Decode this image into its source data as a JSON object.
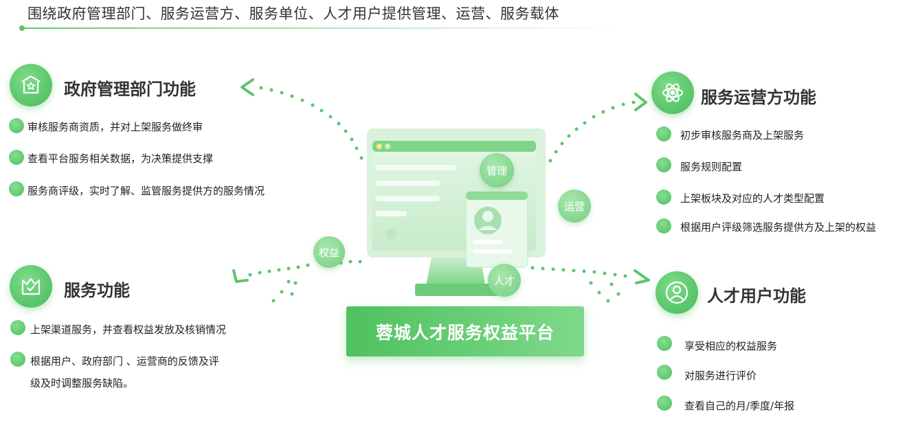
{
  "headline": "围绕政府管理部门、服务运营方、服务单位、人才用户提供管理、运营、服务载体",
  "sections": {
    "gov": {
      "title": "政府管理部门功能",
      "icon": "government-building-icon",
      "items": [
        "审核服务商资质，并对上架服务做终审",
        "查看平台服务相关数据，为决策提供支撑",
        "服务商评级，实时了解、监管服务提供方的服务情况"
      ]
    },
    "operator": {
      "title": "服务运营方功能",
      "icon": "atom-icon",
      "items": [
        "初步审核服务商及上架服务",
        "服务规则配置",
        "上架板块及对应的人才类型配置",
        "根据用户评级筛选服务提供方及上架的权益"
      ]
    },
    "service": {
      "title": "服务功能",
      "icon": "crown-check-icon",
      "items": [
        "上架渠道服务，并查看权益发放及核销情况",
        "根据用户、政府部门 、运营商的反馈及评",
        "级及时调整服务缺陷。"
      ]
    },
    "talent": {
      "title": "人才用户功能",
      "icon": "user-icon",
      "items": [
        "享受相应的权益服务",
        "对服务进行评价",
        "查看自己的月/季度/年报"
      ]
    }
  },
  "bubbles": {
    "manage": "管理",
    "operate": "运营",
    "rights": "权益",
    "talent": "人才"
  },
  "platform": "蓉城人才服务权益平台",
  "colors": {
    "accent": "#4fc160",
    "light": "#b8e8bd"
  }
}
